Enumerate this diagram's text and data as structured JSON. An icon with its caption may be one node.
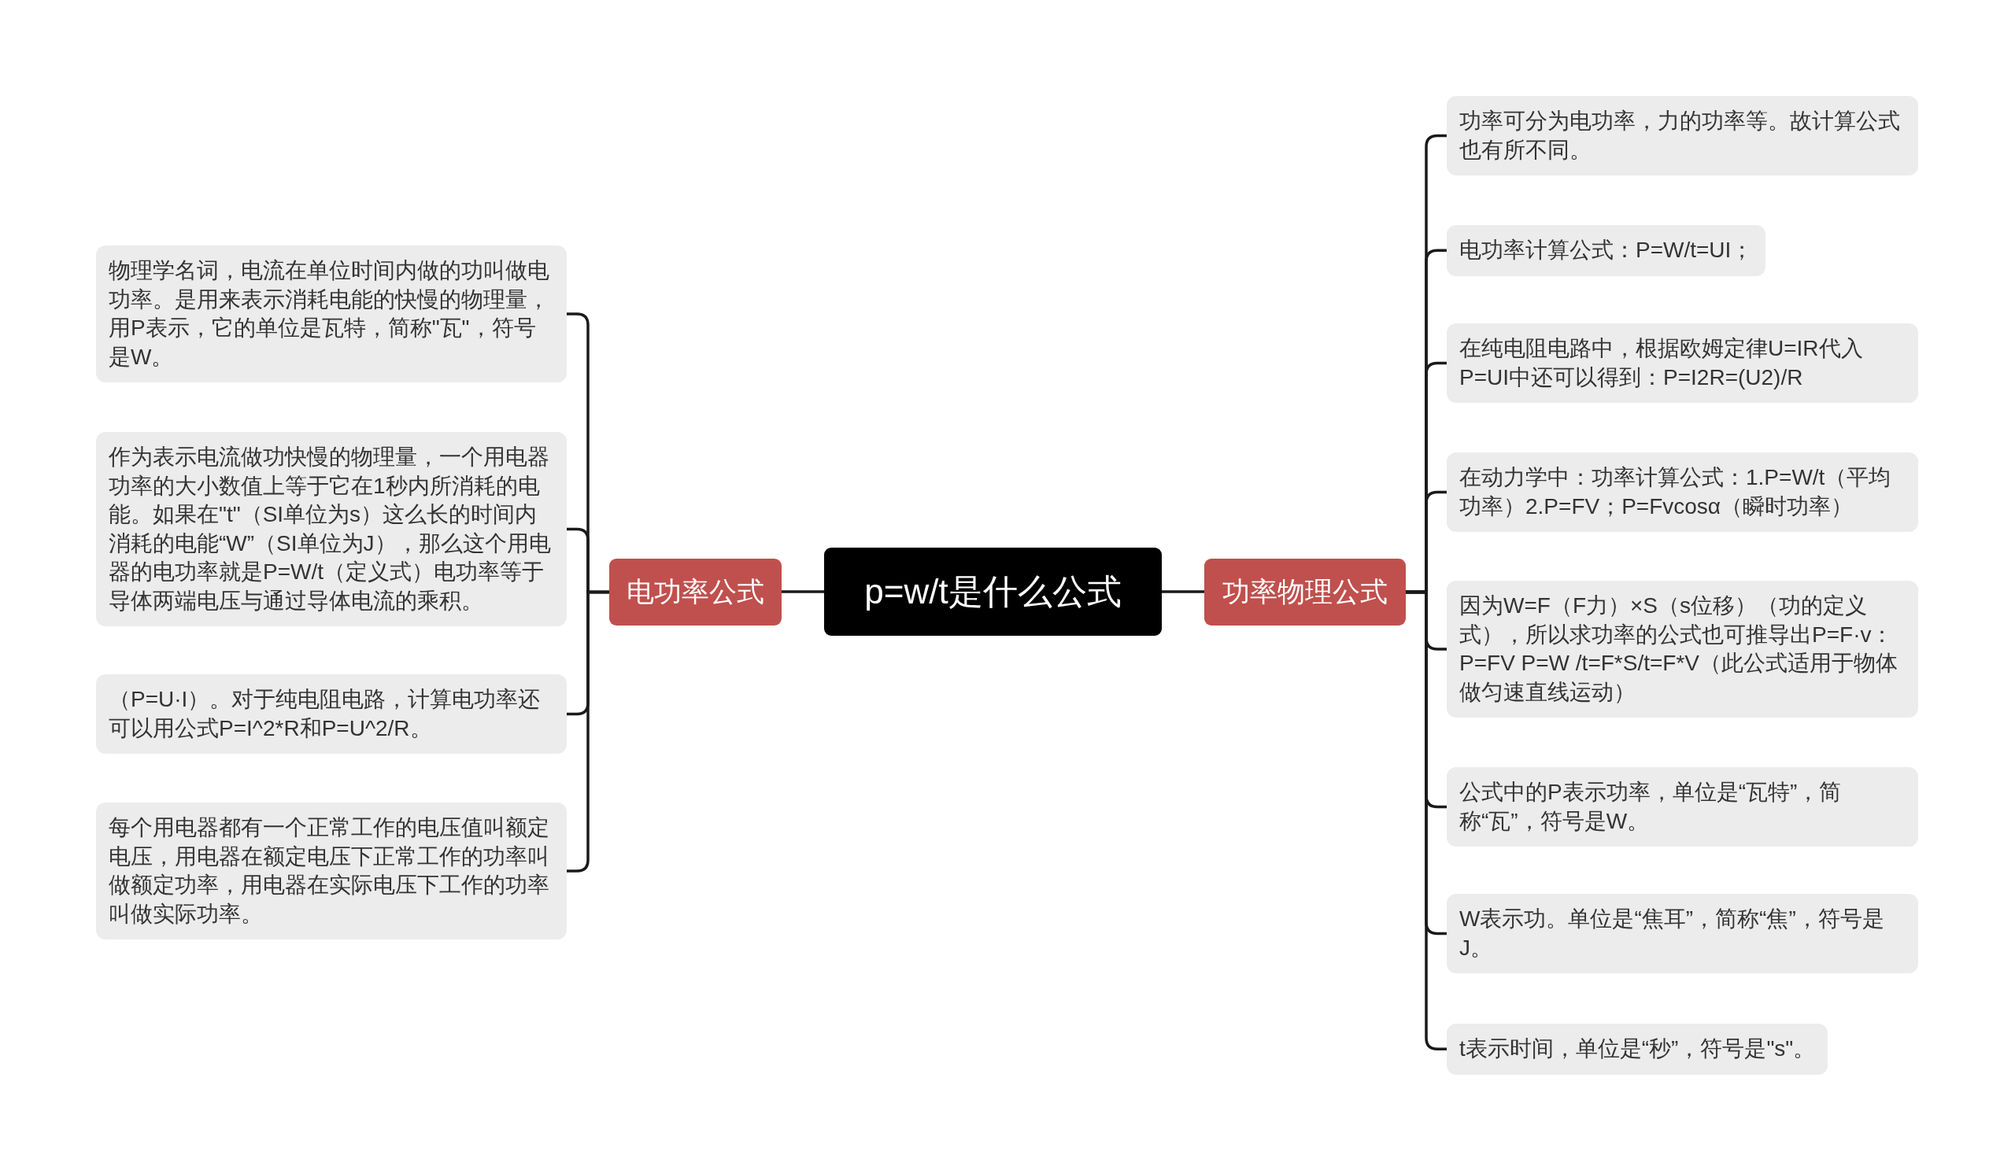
{
  "diagram": {
    "nodes": [
      {
        "text": [
          "p=w/t是什么公式"
        ]
      },
      {
        "text": [
          "电功率公式"
        ]
      },
      {
        "text": [
          "物理学名词，电流在单位时间内做的功叫做电功率。是用来表示消耗电能的快慢的物理量，用P表示，它的单位是瓦特，简称\"瓦\"，符号是W。"
        ]
      },
      {
        "text": [
          "作为表示电流做功快慢的物理量，一个用电器功率的大小数值上等于它在1秒内所消耗的电能。如果在\"t\"（SI单位为s）这么长的时间内消耗的电能“W”（SI单位为J），那么这个用电器的电功率就是P=W/t（定义式）电功率等于导体两端电压与通过导体电流的乘积。"
        ]
      },
      {
        "text": [
          "（P=U·I）。对于纯电阻电路，计算电功率还可以用公式P=I^2*R和P=U^2/R。"
        ]
      },
      {
        "text": [
          "每个用电器都有一个正常工作的电压值叫额定电压，用电器在额定电压下正常工作的功率叫做额定功率，用电器在实际电压下工作的功率叫做实际功率。"
        ]
      },
      {
        "text": [
          "功率物理公式"
        ]
      },
      {
        "text": [
          "功率可分为电功率，力的功率等。故计算公式也有所不同。"
        ]
      },
      {
        "text": [
          "电功率计算公式：P=W/t=UI；"
        ]
      },
      {
        "text": [
          "在纯电阻电路中，根据欧姆定律U=IR代入P=UI中还可以得到：P=I2R=(U2)/R"
        ]
      },
      {
        "text": [
          "在动力学中：功率计算公式：1.P=W/t（平均功率）2.P=FV；P=Fvcosα（瞬时功率）"
        ]
      },
      {
        "text": [
          "因为W=F（F力）×S（s位移）（功的定义式），所以求功率的公式也可推导出P=F·v：P=FV P=W /t=F*S/t=F*V（此公式适用于物体做匀速直线运动）"
        ]
      },
      {
        "text": [
          "公式中的P表示功率，单位是“瓦特”，简称“瓦”，符号是W。"
        ]
      },
      {
        "text": [
          "W表示功。单位是“焦耳”，简称“焦”，符号是J。"
        ]
      },
      {
        "text": [
          "t表示时间，单位是“秒”，符号是\"s\"。"
        ]
      }
    ],
    "edges": [
      {
        "from": 0,
        "to": 1,
        "arrow": "none"
      },
      {
        "from": 1,
        "to": 2,
        "arrow": "none"
      },
      {
        "from": 1,
        "to": 3,
        "arrow": "none"
      },
      {
        "from": 1,
        "to": 4,
        "arrow": "none"
      },
      {
        "from": 1,
        "to": 5,
        "arrow": "none"
      },
      {
        "from": 0,
        "to": 6,
        "arrow": "none"
      },
      {
        "from": 6,
        "to": 7,
        "arrow": "none"
      },
      {
        "from": 6,
        "to": 8,
        "arrow": "none"
      },
      {
        "from": 6,
        "to": 9,
        "arrow": "none"
      },
      {
        "from": 6,
        "to": 10,
        "arrow": "none"
      },
      {
        "from": 6,
        "to": 11,
        "arrow": "none"
      },
      {
        "from": 6,
        "to": 12,
        "arrow": "none"
      },
      {
        "from": 6,
        "to": 13,
        "arrow": "none"
      },
      {
        "from": 6,
        "to": 14,
        "arrow": "none"
      }
    ]
  }
}
